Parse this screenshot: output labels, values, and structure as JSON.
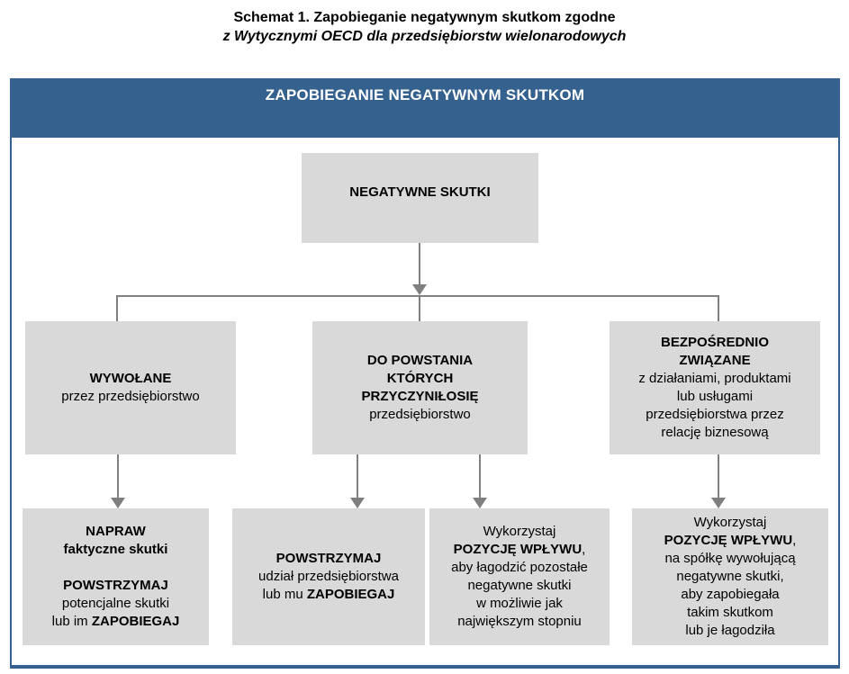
{
  "title": {
    "line1": "Schemat 1. Zapobieganie negatywnym skutkom zgodne",
    "line2": "z Wytycznymi OECD dla przedsiębiorstw wielonarodowych"
  },
  "banner": {
    "text": "ZAPOBIEGANIE NEGATYWNYM SKUTKOM"
  },
  "colors": {
    "banner_bg": "#35618e",
    "banner_fg": "#ffffff",
    "frame_border": "#35618e",
    "box_bg": "#d9d9d9",
    "connector": "#808080",
    "text": "#000000"
  },
  "boxes": {
    "root": {
      "lines": [
        [
          {
            "t": "NEGATYWNE SKUTKI",
            "b": true
          }
        ]
      ]
    },
    "middle": [
      {
        "id": "caused-by-enterprise",
        "lines": [
          [
            {
              "t": "WYWOŁANE",
              "b": true
            }
          ],
          [
            {
              "t": "przez przedsiębiorstwo",
              "b": false
            }
          ]
        ]
      },
      {
        "id": "contributed-to",
        "lines": [
          [
            {
              "t": "DO POWSTANIA",
              "b": true
            }
          ],
          [
            {
              "t": "KTÓRYCH",
              "b": true
            }
          ],
          [
            {
              "t": "PRZYCZYNIŁOSIĘ",
              "b": true
            }
          ],
          [
            {
              "t": "przedsiębiorstwo",
              "b": false
            }
          ]
        ]
      },
      {
        "id": "directly-linked",
        "lines": [
          [
            {
              "t": "BEZPOŚREDNIO",
              "b": true
            }
          ],
          [
            {
              "t": "ZWIĄZANE",
              "b": true
            }
          ],
          [
            {
              "t": "z działaniami, produktami",
              "b": false
            }
          ],
          [
            {
              "t": "lub usługami",
              "b": false
            }
          ],
          [
            {
              "t": "przedsiębiorstwa przez",
              "b": false
            }
          ],
          [
            {
              "t": "relację biznesową",
              "b": false
            }
          ]
        ]
      }
    ],
    "bottom": [
      {
        "id": "remediate-prevent",
        "lines": [
          [
            {
              "t": "NAPRAW",
              "b": true
            }
          ],
          [
            {
              "t": "faktyczne skutki",
              "b": true
            }
          ],
          [],
          [
            {
              "t": "POWSTRZYMAJ",
              "b": true
            }
          ],
          [
            {
              "t": "potencjalne skutki",
              "b": false
            }
          ],
          [
            {
              "t": "lub im ",
              "b": false
            },
            {
              "t": "ZAPOBIEGAJ",
              "b": true
            }
          ]
        ]
      },
      {
        "id": "cease-contribution",
        "lines": [
          [
            {
              "t": "POWSTRZYMAJ",
              "b": true
            }
          ],
          [
            {
              "t": "udział przedsiębiorstwa",
              "b": false
            }
          ],
          [
            {
              "t": "lub mu ",
              "b": false
            },
            {
              "t": "ZAPOBIEGAJ",
              "b": true
            }
          ]
        ]
      },
      {
        "id": "use-leverage-mitigate",
        "lines": [
          [
            {
              "t": "Wykorzystaj",
              "b": false
            }
          ],
          [
            {
              "t": "POZYCJĘ WPŁYWU",
              "b": true
            },
            {
              "t": ",",
              "b": false
            }
          ],
          [
            {
              "t": "aby łagodzić pozostałe",
              "b": false
            }
          ],
          [
            {
              "t": "negatywne skutki",
              "b": false
            }
          ],
          [
            {
              "t": "w możliwie jak",
              "b": false
            }
          ],
          [
            {
              "t": "największym stopniu",
              "b": false
            }
          ]
        ]
      },
      {
        "id": "use-leverage-prevent",
        "lines": [
          [
            {
              "t": "Wykorzystaj",
              "b": false
            }
          ],
          [
            {
              "t": "POZYCJĘ WPŁYWU",
              "b": true
            },
            {
              "t": ",",
              "b": false
            }
          ],
          [
            {
              "t": "na spółkę wywołującą",
              "b": false
            }
          ],
          [
            {
              "t": "negatywne skutki,",
              "b": false
            }
          ],
          [
            {
              "t": "aby zapobiegała",
              "b": false
            }
          ],
          [
            {
              "t": "takim skutkom",
              "b": false
            }
          ],
          [
            {
              "t": "lub je łagodziła",
              "b": false
            }
          ]
        ]
      }
    ]
  }
}
